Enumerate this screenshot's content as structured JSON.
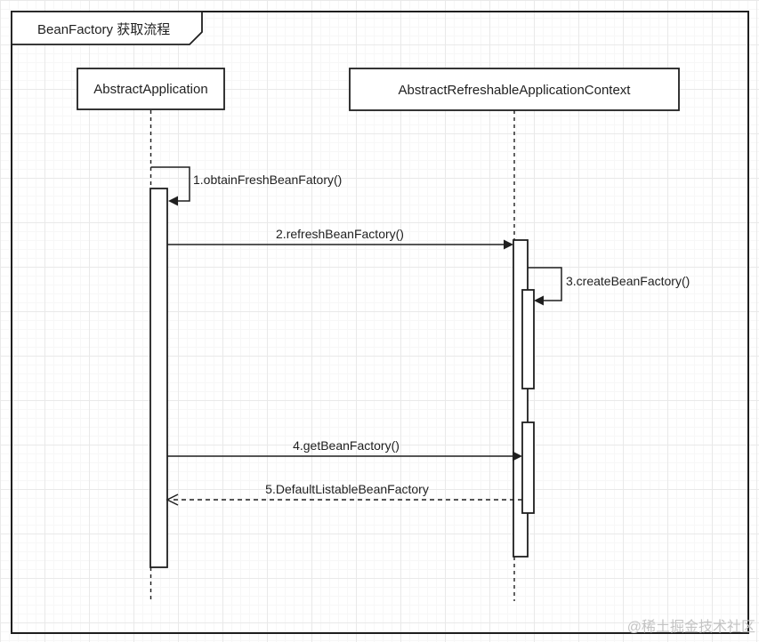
{
  "diagram": {
    "type": "uml-sequence",
    "frame_title": "BeanFactory 获取流程",
    "actors": [
      {
        "name": "AbstractApplication"
      },
      {
        "name": "AbstractRefreshableApplicationContext"
      }
    ],
    "messages": [
      {
        "label": "1.obtainFreshBeanFatory()",
        "kind": "self-call",
        "from": "AbstractApplication",
        "to": "AbstractApplication"
      },
      {
        "label": "2.refreshBeanFactory()",
        "kind": "sync-call",
        "from": "AbstractApplication",
        "to": "AbstractRefreshableApplicationContext"
      },
      {
        "label": "3.createBeanFactory()",
        "kind": "self-call",
        "from": "AbstractRefreshableApplicationContext",
        "to": "AbstractRefreshableApplicationContext"
      },
      {
        "label": "4.getBeanFactory()",
        "kind": "sync-call",
        "from": "AbstractApplication",
        "to": "AbstractRefreshableApplicationContext"
      },
      {
        "label": "5.DefaultListableBeanFactory",
        "kind": "return-dashed",
        "from": "AbstractRefreshableApplicationContext",
        "to": "AbstractApplication"
      }
    ],
    "watermark": "@稀土掘金技术社区",
    "colors": {
      "stroke": "#1f1f1f",
      "fill": "#ffffff",
      "watermark": "#c3c3c3",
      "grid_major": "#e9e9e9",
      "grid_minor": "#f7f7f7"
    }
  }
}
